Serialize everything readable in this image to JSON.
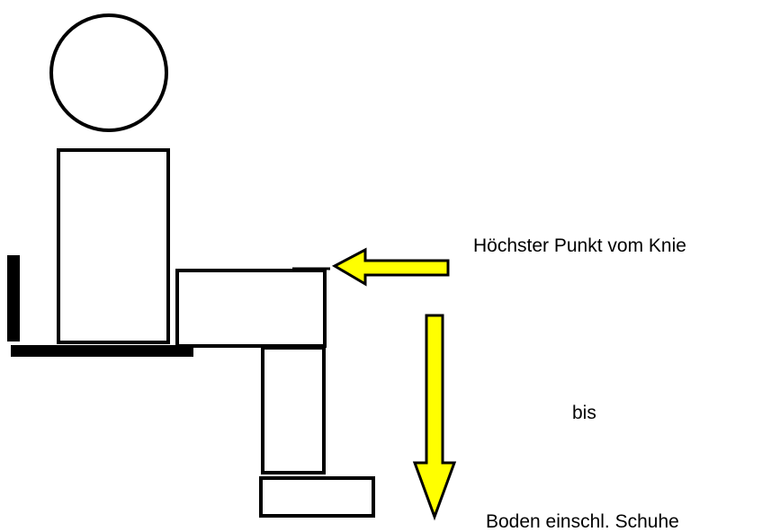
{
  "labels": {
    "top": "Höchster Punkt vom Knie",
    "middle": "bis",
    "bottom": "Boden einschl. Schuhe"
  },
  "colors": {
    "stroke": "#000000",
    "arrow_fill": "#ffff00",
    "background": "#ffffff"
  }
}
